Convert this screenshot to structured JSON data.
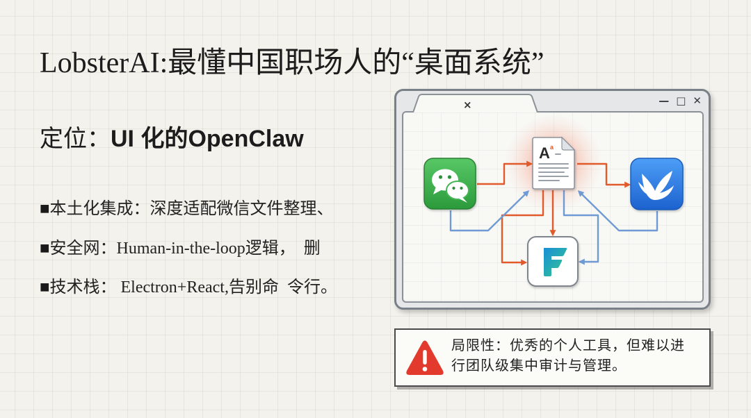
{
  "slide": {
    "title": "LobsterAI:最懂中国职场人的“桌面系统”",
    "subtitle": {
      "prefix": "定位：",
      "emphasis": "UI 化的OpenClaw"
    },
    "bullets": [
      {
        "marker": "■",
        "text": "本土化集成：深度适配微信文件整理、"
      },
      {
        "marker": "■",
        "text": "安全网：Human-in-the-loop逻辑，  删"
      },
      {
        "marker": "■",
        "text": "技术栈： Electron+React,告别命  令行。"
      }
    ]
  },
  "window": {
    "tab_close": "×",
    "controls": {
      "minimize": "—",
      "maximize": "□",
      "close": "✕"
    }
  },
  "diagram": {
    "icons": {
      "left": "wechat-icon",
      "center": "document-icon",
      "right": "blue-bird-app-icon",
      "bottom": "f-app-icon"
    },
    "document_letter": "A",
    "document_superscript": "a",
    "bottom_logo_letter": "F"
  },
  "warning": {
    "icon": "warning-triangle-icon",
    "lines": [
      "局限性：优秀的个人工具，但难以进",
      "行团队级集中审计与管理。"
    ]
  },
  "colors": {
    "background": "#f3f2ec",
    "text": "#1e1e1e",
    "wechat_green": "#3cb34a",
    "app_blue": "#2a78e0",
    "arrow_orange": "#e05a2c",
    "arrow_blue": "#6f9ad3",
    "warning_red": "#e23b2e",
    "f_logo_gradient": [
      "#1a8fd8",
      "#35c78c"
    ]
  }
}
